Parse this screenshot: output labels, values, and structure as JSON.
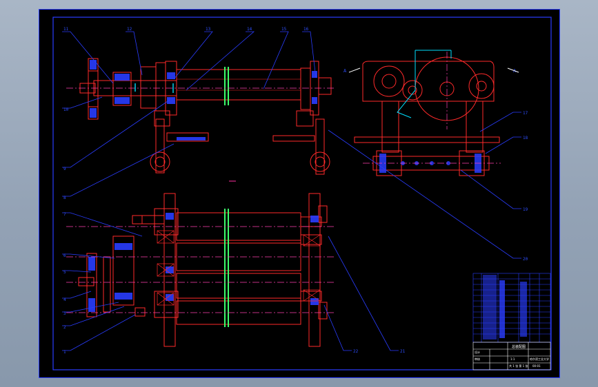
{
  "drawing": {
    "background": "#000000",
    "colors": {
      "frame": "#2a3dff",
      "part": "#ff2a2a",
      "centerline": "#ff3fb0",
      "leader": "#2a3dff",
      "dimension": "#ff2fa0",
      "weld": "#3cff6a",
      "highlight": "#00e0ff",
      "fill": "#2a3dff"
    },
    "callouts_top": [
      "11",
      "12",
      "13",
      "14",
      "15",
      "16"
    ],
    "callouts_left": [
      "10",
      "9",
      "8",
      "7",
      "6",
      "5",
      "4",
      "3",
      "2",
      "1"
    ],
    "callouts_right": [
      "17",
      "18",
      "19",
      "20",
      "21",
      "22"
    ],
    "section_marks": [
      "A",
      "A"
    ],
    "title_block": {
      "title": "总装配图",
      "school": "哈尔滨工业大学",
      "drawing_no": "00-01",
      "scale": "1:1",
      "sheets": "共 1 张 第 1 张",
      "designer": "设计",
      "checker": "审核"
    }
  }
}
